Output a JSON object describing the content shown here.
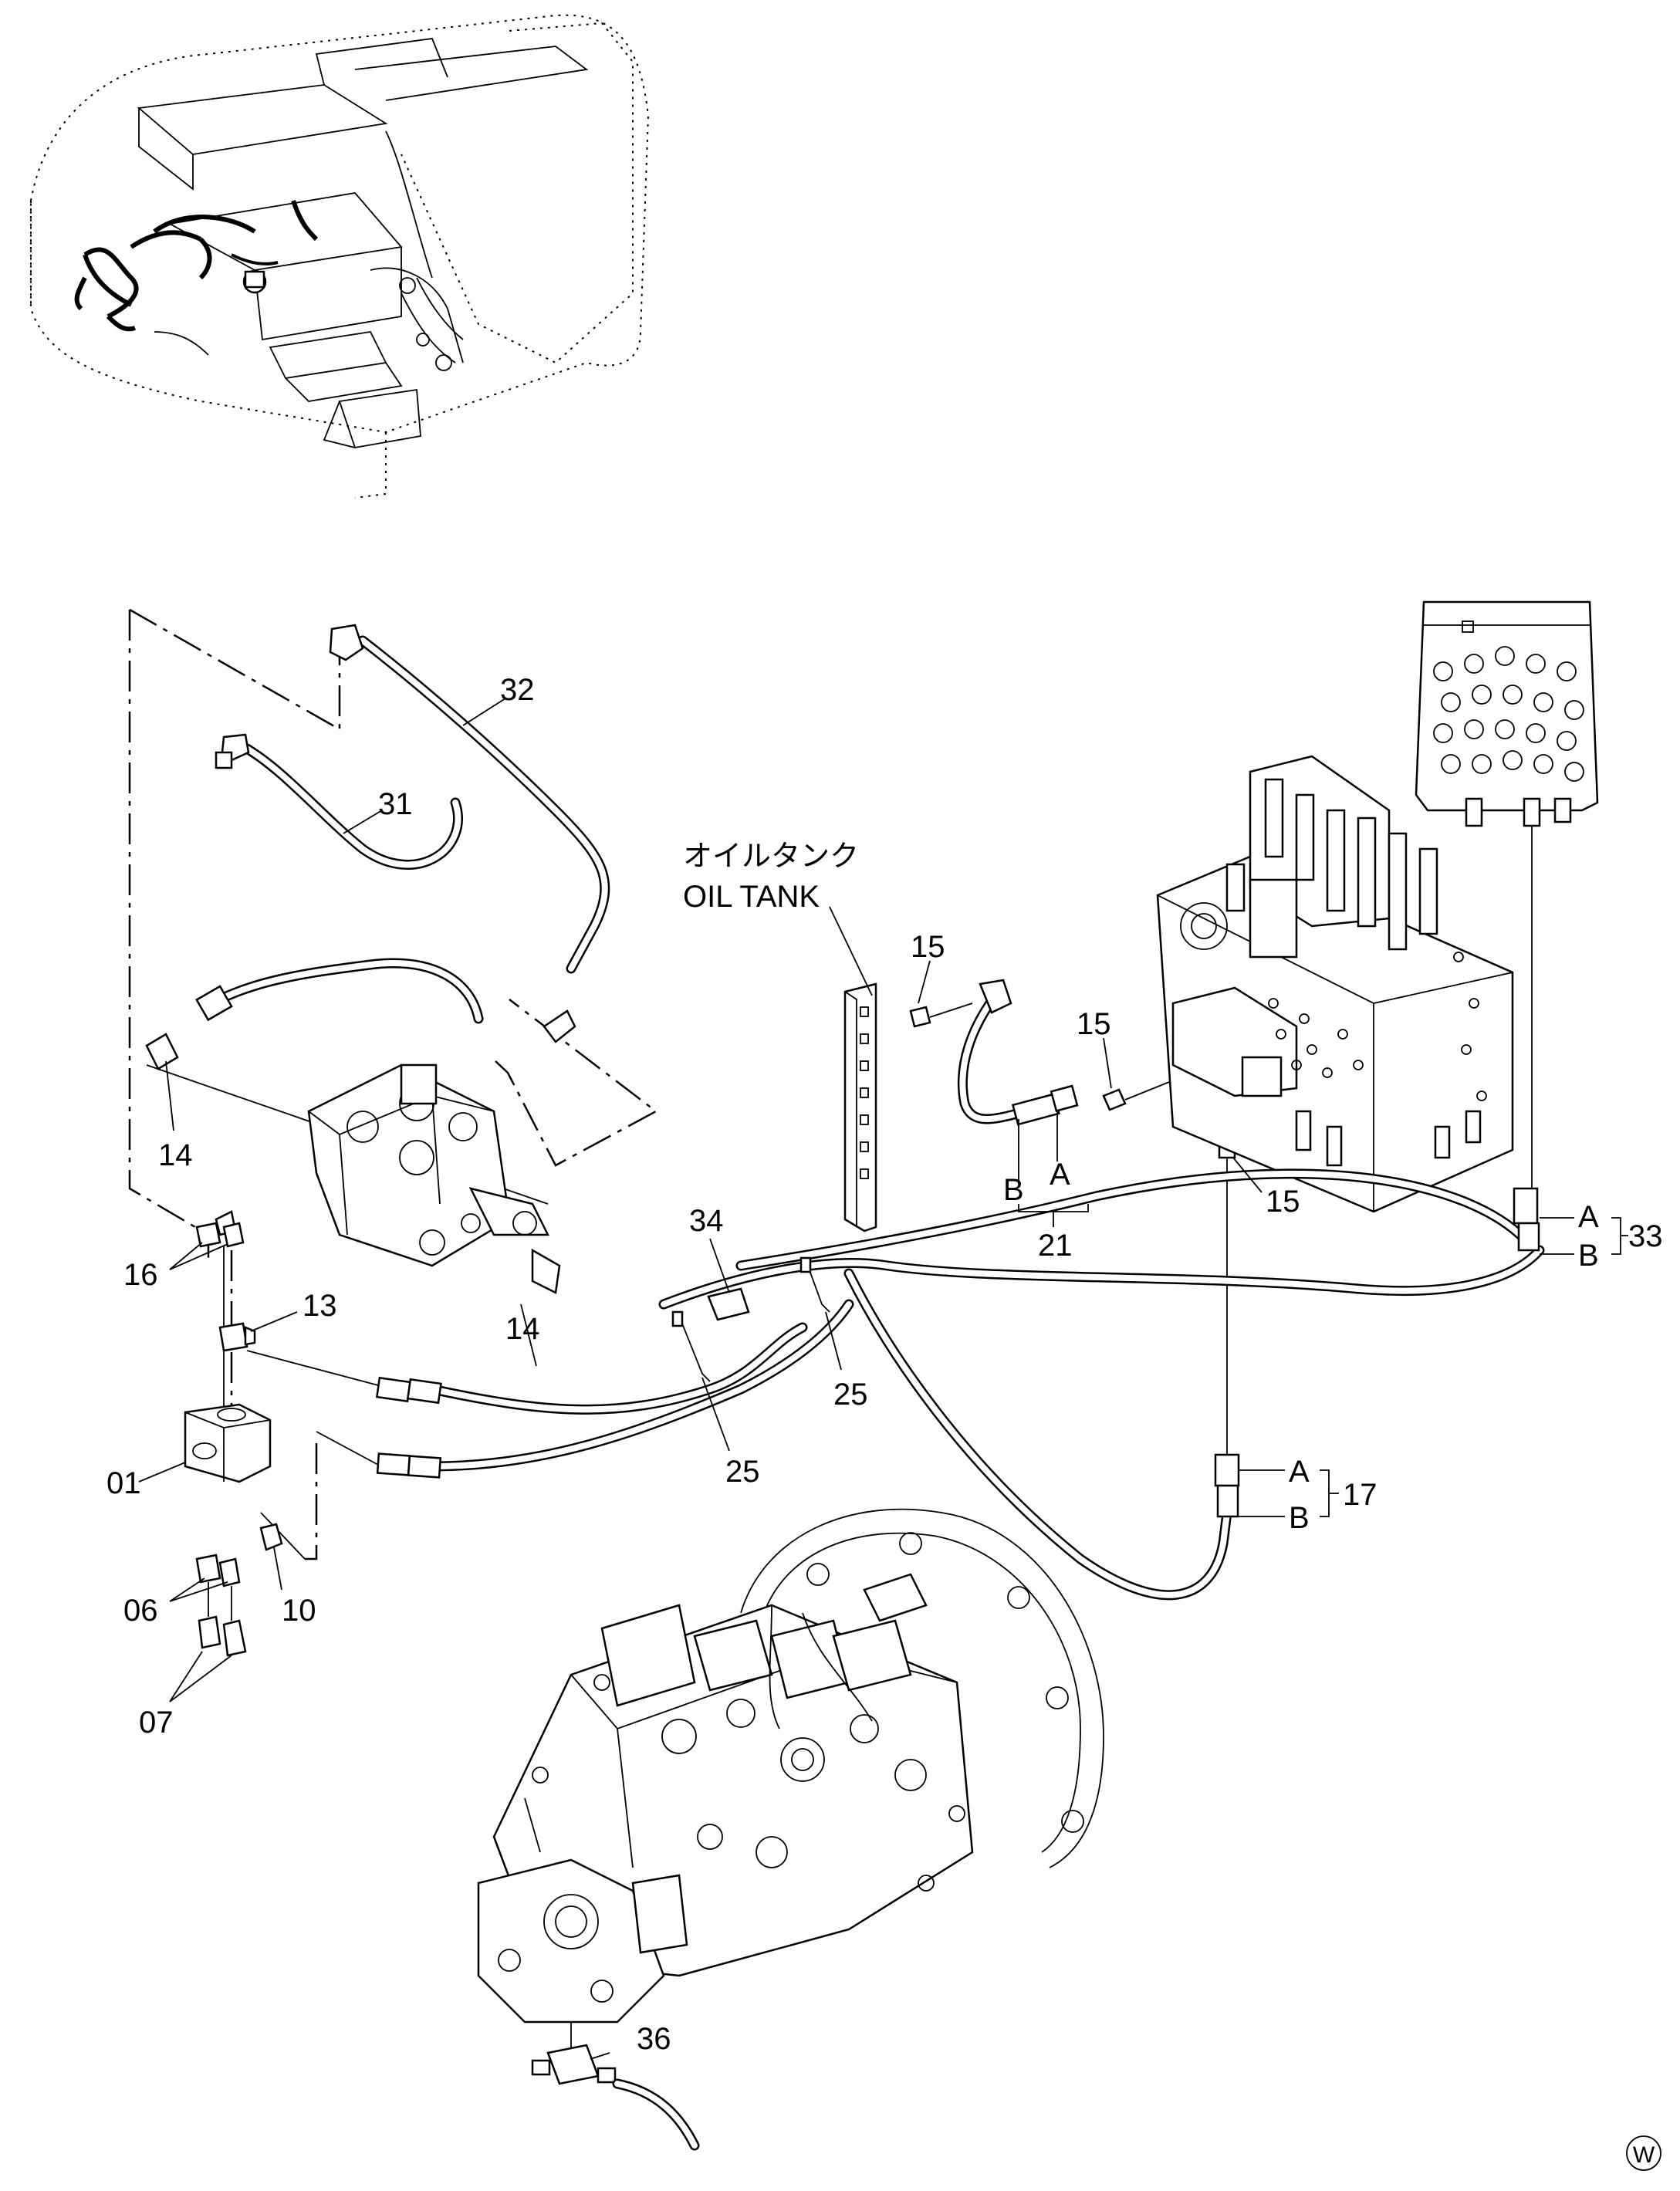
{
  "diagram": {
    "oil_tank_label_jp": "オイルタンク",
    "oil_tank_label_en": "OIL TANK",
    "part_labels": {
      "p32": "32",
      "p31": "31",
      "p14a": "14",
      "p14b": "14",
      "p15a": "15",
      "p15b": "15",
      "p15c": "15",
      "p16": "16",
      "p13": "13",
      "p01": "01",
      "p10": "10",
      "p06": "06",
      "p07": "07",
      "p34": "34",
      "p25a": "25",
      "p25b": "25",
      "p21": "21",
      "p33": "33",
      "p17": "17",
      "p36": "36"
    },
    "port_labels": {
      "a21": "A",
      "b21": "B",
      "a33": "A",
      "b33": "B",
      "a17": "A",
      "b17": "B"
    },
    "corner_mark": "W"
  }
}
